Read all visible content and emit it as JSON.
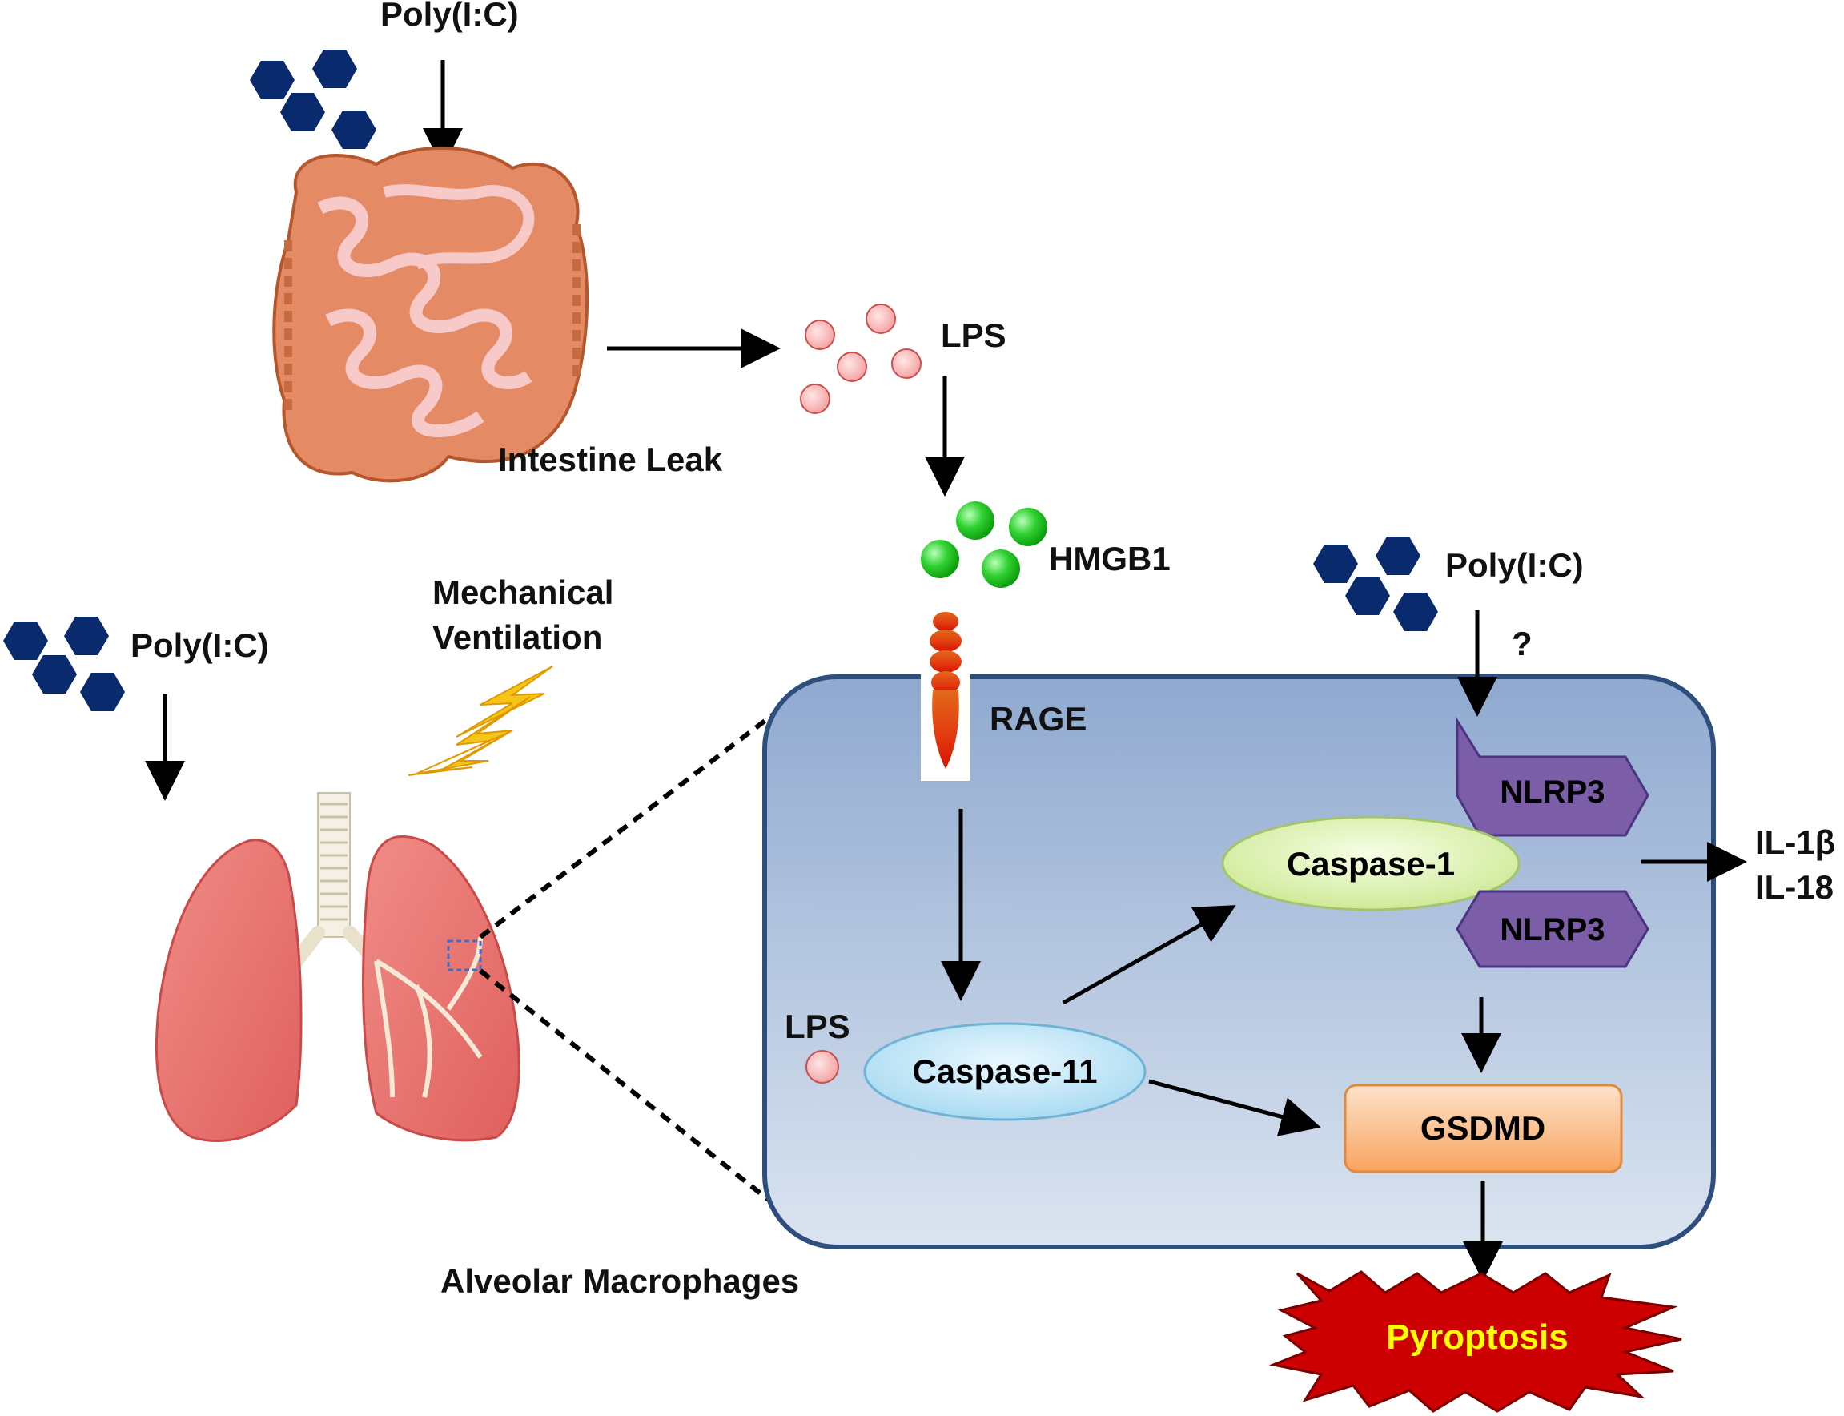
{
  "labels": {
    "polyic_top": "Poly(I:C)",
    "polyic_left": "Poly(I:C)",
    "polyic_right": "Poly(I:C)",
    "lps_top": "LPS",
    "lps_cell": "LPS",
    "intestine_leak": "Intestine Leak",
    "hmgb1": "HMGB1",
    "rage": "RAGE",
    "mechanical_ventilation_line1": "Mechanical",
    "mechanical_ventilation_line2": "Ventilation",
    "question_mark": "?",
    "nlrp3_top": "NLRP3",
    "nlrp3_bottom": "NLRP3",
    "caspase1": "Caspase-1",
    "caspase11": "Caspase-11",
    "gsdmd": "GSDMD",
    "il1b": "IL-1β",
    "il18": "IL-18",
    "pyroptosis": "Pyroptosis",
    "alveolar_macrophages": "Alveolar Macrophages"
  },
  "colors": {
    "hexagon": "#0a2a6e",
    "lps_particle": "#f7a8a8",
    "hmgb1_particle": "#28c828",
    "cell_fill_top": "#8fa9d0",
    "cell_fill_bottom": "#dbe4f0",
    "cell_border": "#2e4f7e",
    "nlrp3": "#7b5ea7",
    "caspase1": "#dff2b8",
    "caspase11": "#bfe4f5",
    "gsdmd": "#fbbf8c",
    "pyroptosis": "#cc0000",
    "lung": "#e8706e",
    "intestine": "#e28b6a"
  }
}
